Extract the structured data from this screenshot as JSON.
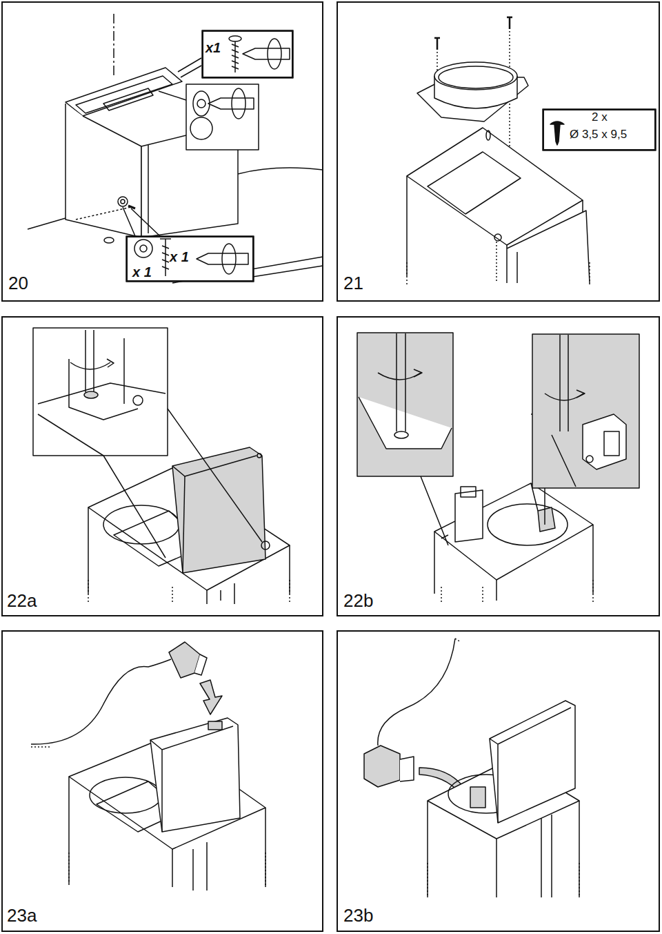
{
  "diagram": {
    "nodes": [
      {
        "text": [
          "20"
        ]
      },
      {
        "text": [
          "x1"
        ],
        "in": 0
      },
      {
        "text": [
          "x 1",
          "x 1"
        ],
        "in": 0
      },
      {
        "text": [
          "21"
        ]
      },
      {
        "text": [
          "2 x",
          "Ø 3,5 x 9,5"
        ],
        "in": 3
      },
      {
        "text": [
          "22a"
        ]
      },
      {
        "text": [
          "22b"
        ]
      },
      {
        "text": [
          "23a"
        ]
      },
      {
        "text": [
          "23b"
        ]
      }
    ]
  }
}
